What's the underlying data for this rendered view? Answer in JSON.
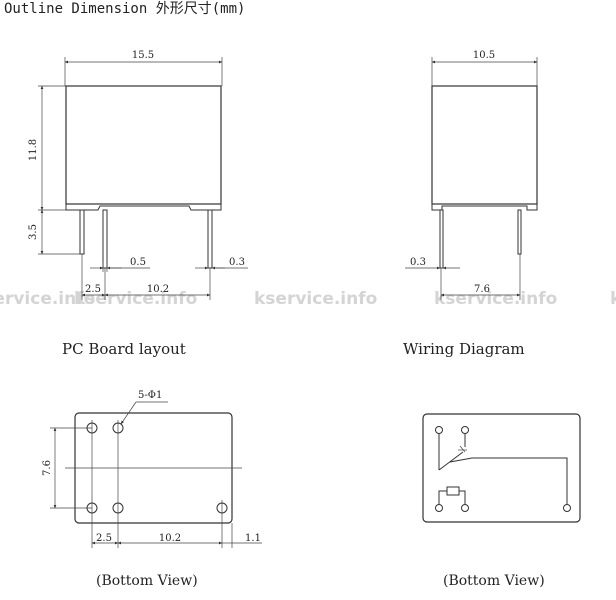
{
  "page_title": "Outline Dimension 外形尺寸(mm)",
  "watermark": "kservice.info",
  "outline": {
    "front": {
      "width": "15.5",
      "height": "11.8",
      "pin_length": "3.5",
      "pin_width": "0.5",
      "pin_thickness": "0.3",
      "pin_offset": "2.5",
      "pin_pitch": "10.2"
    },
    "side": {
      "width": "10.5",
      "pin_thickness": "0.3",
      "pin_spacing": "7.6"
    }
  },
  "pcb_layout": {
    "title": "PC Board layout",
    "hole_spec": "5-Φ1",
    "row_spacing": "7.6",
    "col_offset": "2.5",
    "col_pitch": "10.2",
    "edge_offset": "1.1",
    "caption": "(Bottom View)"
  },
  "wiring": {
    "title": "Wiring Diagram",
    "caption": "(Bottom View)"
  }
}
